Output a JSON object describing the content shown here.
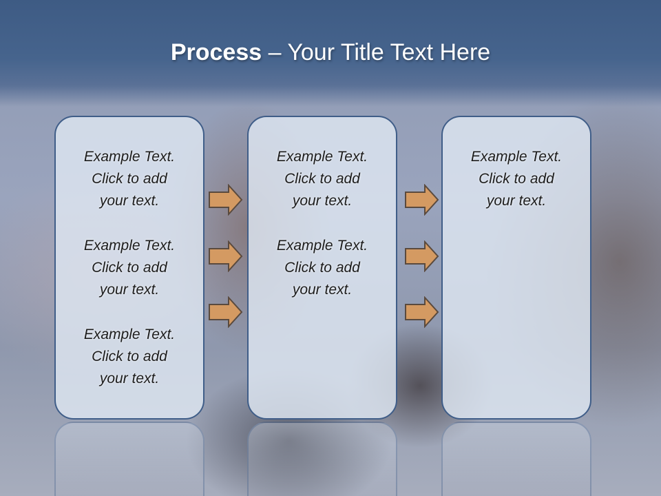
{
  "slide": {
    "title_bold": "Process",
    "title_rest": " – Your Title Text Here"
  },
  "columns": [
    {
      "paragraphs": [
        "Example Text.\nClick  to add\nyour text.",
        "Example Text.\nClick  to add\nyour text.",
        "Example Text.\nClick  to add\nyour text."
      ]
    },
    {
      "paragraphs": [
        "Example Text.\nClick  to add\nyour text.",
        "Example Text.\nClick  to add\nyour text."
      ]
    },
    {
      "paragraphs": [
        "Example Text.\nClick  to add\nyour text."
      ]
    }
  ],
  "colors": {
    "title_band": "#46648d",
    "box_border": "#3f5d88",
    "box_fill": "#dee6f2",
    "arrow_fill": "#d49a62",
    "arrow_stroke": "#5a4a3e"
  },
  "arrow_icon": "right-arrow-icon"
}
